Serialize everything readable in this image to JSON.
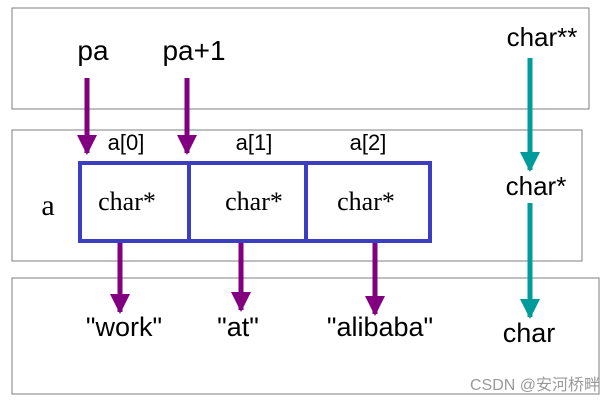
{
  "labels": {
    "pa": "pa",
    "pa_plus_1": "pa+1",
    "type_top": "char**",
    "index_0": "a[0]",
    "index_1": "a[1]",
    "index_2": "a[2]",
    "array_name": "a",
    "cell_0": "char*",
    "cell_1": "char*",
    "cell_2": "char*",
    "type_middle": "char*",
    "string_0": "\"work\"",
    "string_1": "\"at\"",
    "string_2": "\"alibaba\"",
    "type_bottom": "char",
    "watermark": "CSDN @安河桥畔"
  },
  "colors": {
    "purple_arrow": "#800080",
    "teal_arrow": "#009b9b",
    "array_border": "#3b3fbf",
    "box_border": "#7f7f7f",
    "text": "#000000",
    "watermark": "#9a9a9a"
  }
}
